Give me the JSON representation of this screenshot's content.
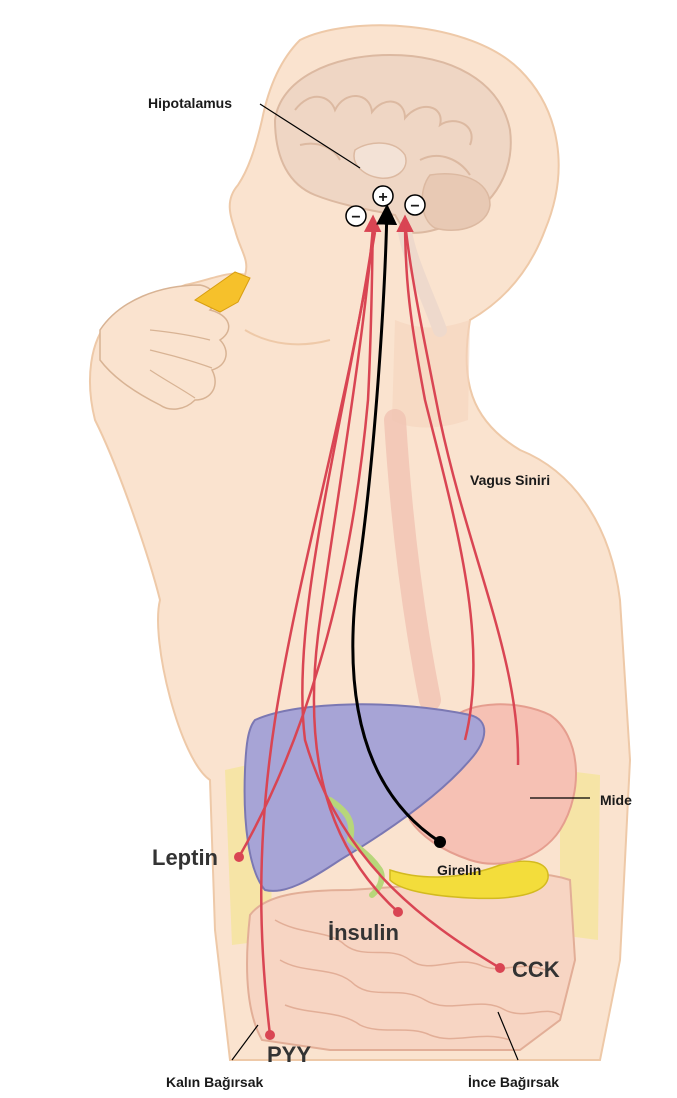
{
  "labels": {
    "hypothalamus": "Hipotalamus",
    "vagus": "Vagus Siniri",
    "stomach": "Mide",
    "leptin": "Leptin",
    "ghrelin": "Girelin",
    "insulin": "İnsulin",
    "cck": "CCK",
    "pyy": "PYY",
    "large_intestine": "Kalın Bağırsak",
    "small_intestine": "İnce Bağırsak"
  },
  "signs": {
    "minus_left": "−",
    "plus_center": "+",
    "minus_right": "−"
  },
  "colors": {
    "skin": "#fae3cf",
    "skin_outline": "#eec9a8",
    "brain": "#efd6c4",
    "liver": "#a7a4d6",
    "stomach": "#f6c1b4",
    "intestine": "#f7d5c3",
    "fat": "#f4e48a",
    "pancreas": "#f3dd3b",
    "nerve": "#d94553",
    "ghrelin_path": "#000000",
    "food": "#f6c12b"
  }
}
